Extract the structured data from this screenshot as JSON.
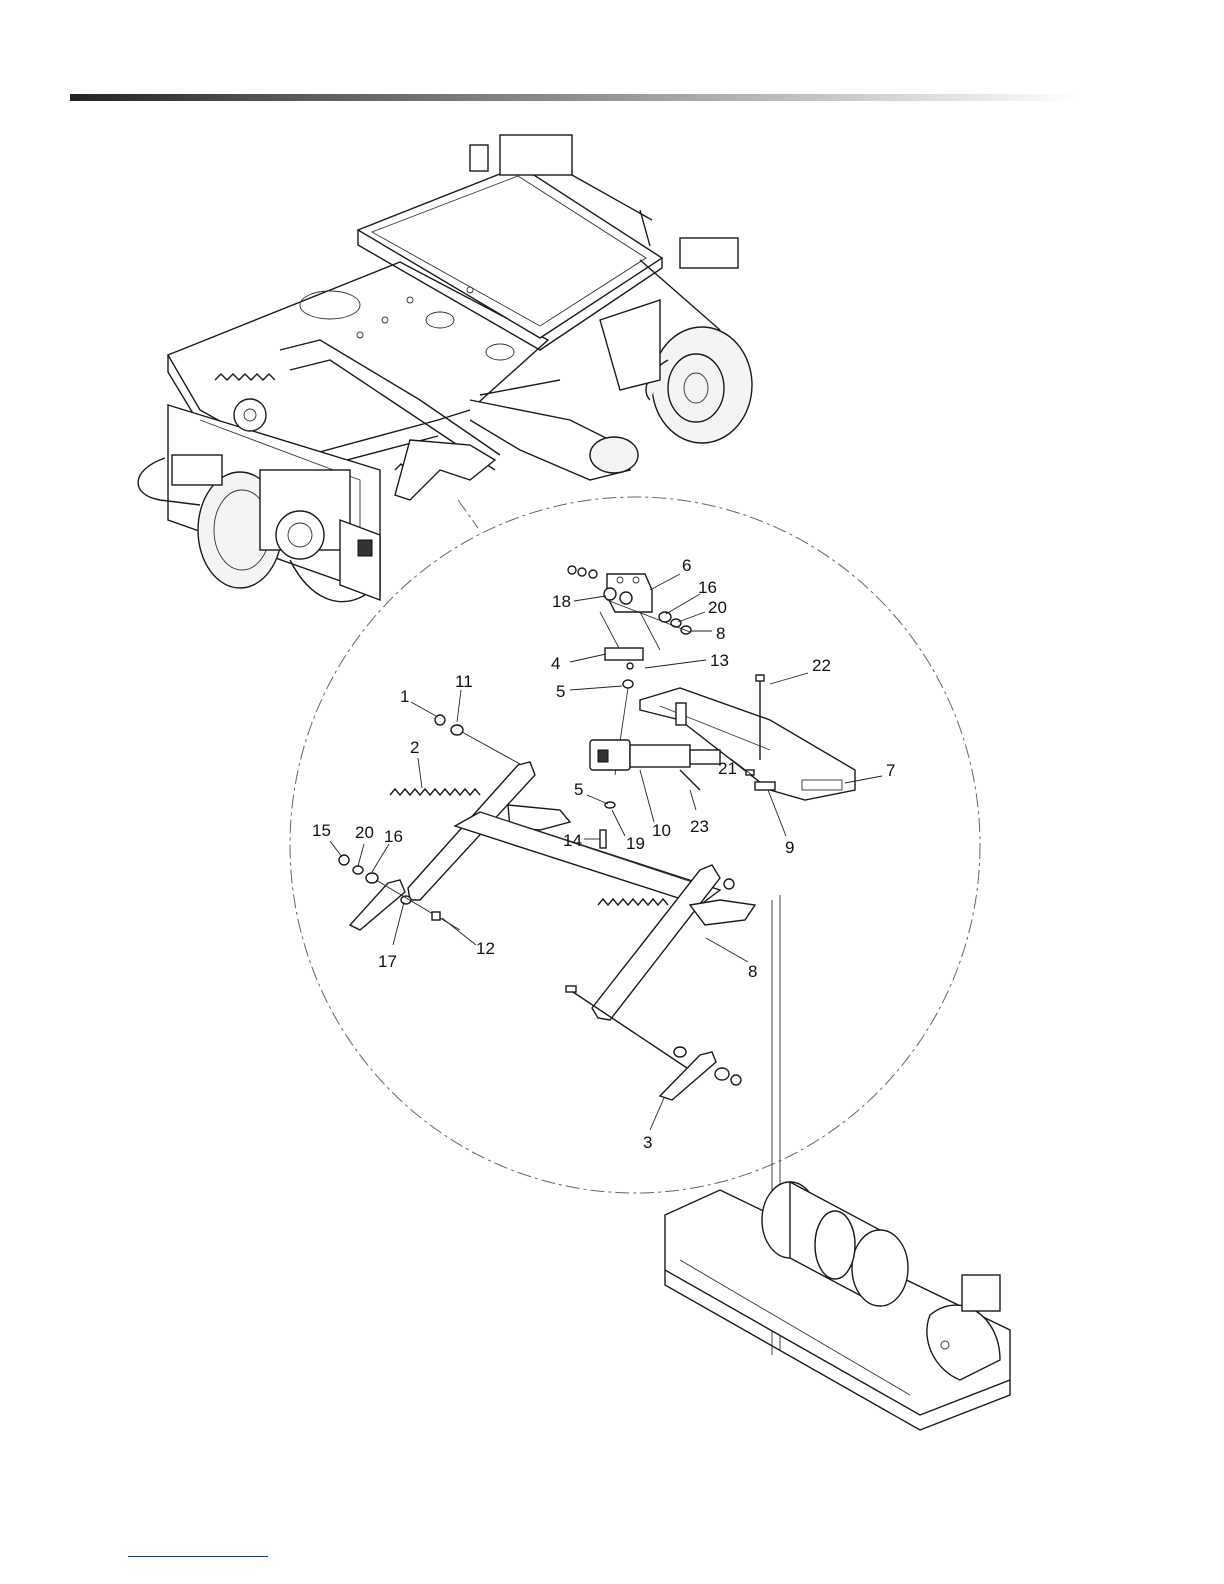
{
  "callouts": [
    {
      "id": "c6",
      "label": "6"
    },
    {
      "id": "c18",
      "label": "18"
    },
    {
      "id": "c16a",
      "label": "16"
    },
    {
      "id": "c20a",
      "label": "20"
    },
    {
      "id": "c8a",
      "label": "8"
    },
    {
      "id": "c4",
      "label": "4"
    },
    {
      "id": "c13",
      "label": "13"
    },
    {
      "id": "c5a",
      "label": "5"
    },
    {
      "id": "c22",
      "label": "22"
    },
    {
      "id": "c1",
      "label": "1"
    },
    {
      "id": "c11",
      "label": "11"
    },
    {
      "id": "c2",
      "label": "2"
    },
    {
      "id": "c7",
      "label": "7"
    },
    {
      "id": "c5b",
      "label": "5"
    },
    {
      "id": "c21",
      "label": "21"
    },
    {
      "id": "c10",
      "label": "10"
    },
    {
      "id": "c23",
      "label": "23"
    },
    {
      "id": "c14",
      "label": "14"
    },
    {
      "id": "c19",
      "label": "19"
    },
    {
      "id": "c9",
      "label": "9"
    },
    {
      "id": "c15",
      "label": "15"
    },
    {
      "id": "c20b",
      "label": "20"
    },
    {
      "id": "c16b",
      "label": "16"
    },
    {
      "id": "c17",
      "label": "17"
    },
    {
      "id": "c12",
      "label": "12"
    },
    {
      "id": "c8b",
      "label": "8"
    },
    {
      "id": "c3",
      "label": "3"
    }
  ]
}
